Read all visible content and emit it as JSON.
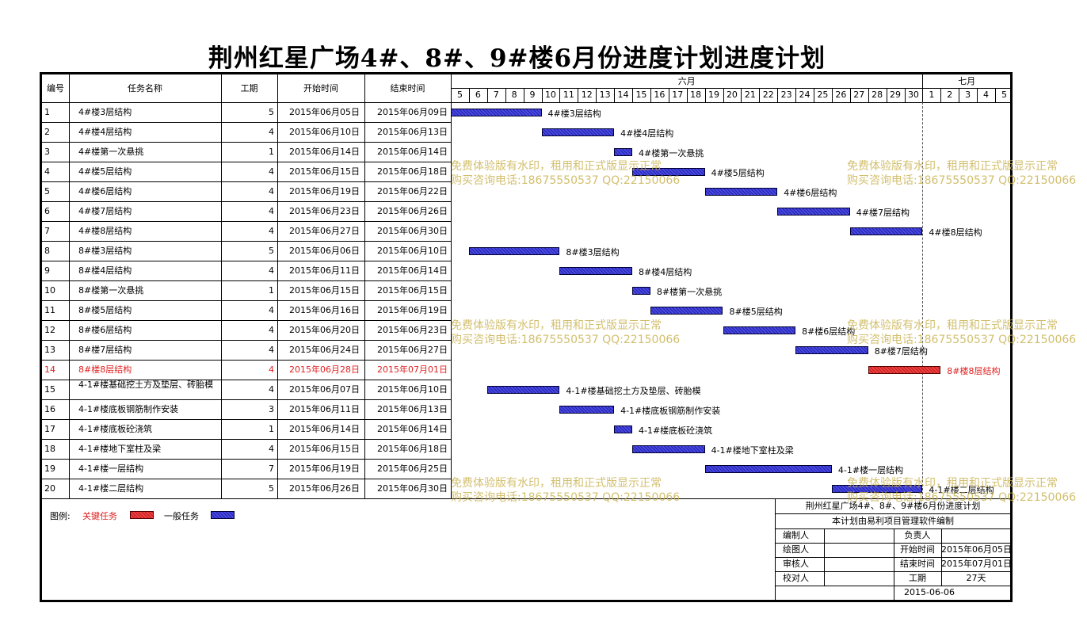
{
  "title": "荆州红星广场4#、8#、9#楼6月份进度计划进度计划",
  "headers": {
    "id": "编号",
    "name": "任务名称",
    "duration": "工期",
    "start": "开始时间",
    "end": "结束时间"
  },
  "months": [
    {
      "label": "六月"
    },
    {
      "label": "七月"
    }
  ],
  "days": [
    "5",
    "6",
    "7",
    "8",
    "9",
    "10",
    "11",
    "12",
    "13",
    "14",
    "15",
    "16",
    "17",
    "18",
    "19",
    "20",
    "21",
    "22",
    "23",
    "24",
    "25",
    "26",
    "27",
    "28",
    "29",
    "30",
    "1",
    "2",
    "3",
    "4",
    "5"
  ],
  "tasks": [
    {
      "id": "1",
      "name": "4#楼3层结构",
      "duration": "5",
      "start": "2015年06月05日",
      "end": "2015年06月09日",
      "s": 0,
      "d": 5,
      "critical": false
    },
    {
      "id": "2",
      "name": "4#楼4层结构",
      "duration": "4",
      "start": "2015年06月10日",
      "end": "2015年06月13日",
      "s": 5,
      "d": 4,
      "critical": false
    },
    {
      "id": "3",
      "name": "4#楼第一次悬挑",
      "duration": "1",
      "start": "2015年06月14日",
      "end": "2015年06月14日",
      "s": 9,
      "d": 1,
      "critical": false
    },
    {
      "id": "4",
      "name": "4#楼5层结构",
      "duration": "4",
      "start": "2015年06月15日",
      "end": "2015年06月18日",
      "s": 10,
      "d": 4,
      "critical": false
    },
    {
      "id": "5",
      "name": "4#楼6层结构",
      "duration": "4",
      "start": "2015年06月19日",
      "end": "2015年06月22日",
      "s": 14,
      "d": 4,
      "critical": false
    },
    {
      "id": "6",
      "name": "4#楼7层结构",
      "duration": "4",
      "start": "2015年06月23日",
      "end": "2015年06月26日",
      "s": 18,
      "d": 4,
      "critical": false
    },
    {
      "id": "7",
      "name": "4#楼8层结构",
      "duration": "4",
      "start": "2015年06月27日",
      "end": "2015年06月30日",
      "s": 22,
      "d": 4,
      "critical": false
    },
    {
      "id": "8",
      "name": "8#楼3层结构",
      "duration": "5",
      "start": "2015年06月06日",
      "end": "2015年06月10日",
      "s": 1,
      "d": 5,
      "critical": false
    },
    {
      "id": "9",
      "name": "8#楼4层结构",
      "duration": "4",
      "start": "2015年06月11日",
      "end": "2015年06月14日",
      "s": 6,
      "d": 4,
      "critical": false
    },
    {
      "id": "10",
      "name": "8#楼第一次悬挑",
      "duration": "1",
      "start": "2015年06月15日",
      "end": "2015年06月15日",
      "s": 10,
      "d": 1,
      "critical": false
    },
    {
      "id": "11",
      "name": "8#楼5层结构",
      "duration": "4",
      "start": "2015年06月16日",
      "end": "2015年06月19日",
      "s": 11,
      "d": 4,
      "critical": false
    },
    {
      "id": "12",
      "name": "8#楼6层结构",
      "duration": "4",
      "start": "2015年06月20日",
      "end": "2015年06月23日",
      "s": 15,
      "d": 4,
      "critical": false
    },
    {
      "id": "13",
      "name": "8#楼7层结构",
      "duration": "4",
      "start": "2015年06月24日",
      "end": "2015年06月27日",
      "s": 19,
      "d": 4,
      "critical": false
    },
    {
      "id": "14",
      "name": "8#楼8层结构",
      "duration": "4",
      "start": "2015年06月28日",
      "end": "2015年07月01日",
      "s": 23,
      "d": 4,
      "critical": true
    },
    {
      "id": "15",
      "name": "4-1#楼基础挖土方及垫层、砖胎模",
      "duration": "4",
      "start": "2015年06月07日",
      "end": "2015年06月10日",
      "s": 2,
      "d": 4,
      "critical": false
    },
    {
      "id": "16",
      "name": "4-1#楼底板钢筋制作安装",
      "duration": "3",
      "start": "2015年06月11日",
      "end": "2015年06月13日",
      "s": 6,
      "d": 3,
      "critical": false
    },
    {
      "id": "17",
      "name": "4-1#楼底板砼浇筑",
      "duration": "1",
      "start": "2015年06月14日",
      "end": "2015年06月14日",
      "s": 9,
      "d": 1,
      "critical": false
    },
    {
      "id": "18",
      "name": "4-1#楼地下室柱及梁",
      "duration": "4",
      "start": "2015年06月15日",
      "end": "2015年06月18日",
      "s": 10,
      "d": 4,
      "critical": false
    },
    {
      "id": "19",
      "name": "4-1#楼一层结构",
      "duration": "7",
      "start": "2015年06月19日",
      "end": "2015年06月25日",
      "s": 14,
      "d": 7,
      "critical": false
    },
    {
      "id": "20",
      "name": "4-1#楼二层结构",
      "duration": "5",
      "start": "2015年06月26日",
      "end": "2015年06月30日",
      "s": 21,
      "d": 5,
      "critical": false
    }
  ],
  "legend": {
    "label": "图例:",
    "critical": "关键任务",
    "normal": "一般任务"
  },
  "watermark": {
    "line1": "免费体验版有水印，租用和正式版显示正常",
    "line2": "购买咨询电话:18675550537 QQ:22150066"
  },
  "titleblock": {
    "title": "荆州红星广场4#、8#、9#楼6月份进度计划",
    "subtitle": "本计划由易利项目管理软件编制",
    "rows": [
      {
        "l": "编制人",
        "lv": "",
        "r": "负责人",
        "rv": ""
      },
      {
        "l": "绘图人",
        "lv": "",
        "r": "开始时间",
        "rv": "2015年06月05日"
      },
      {
        "l": "审核人",
        "lv": "",
        "r": "结束时间",
        "rv": "2015年07月01日"
      },
      {
        "l": "校对人",
        "lv": "",
        "r": "工期",
        "rv": "27天"
      }
    ],
    "date": "2015-06-06"
  },
  "colors": {
    "normal_bar": "#3030cc",
    "critical_bar": "#dd2222",
    "watermark": "#c8b04a"
  }
}
